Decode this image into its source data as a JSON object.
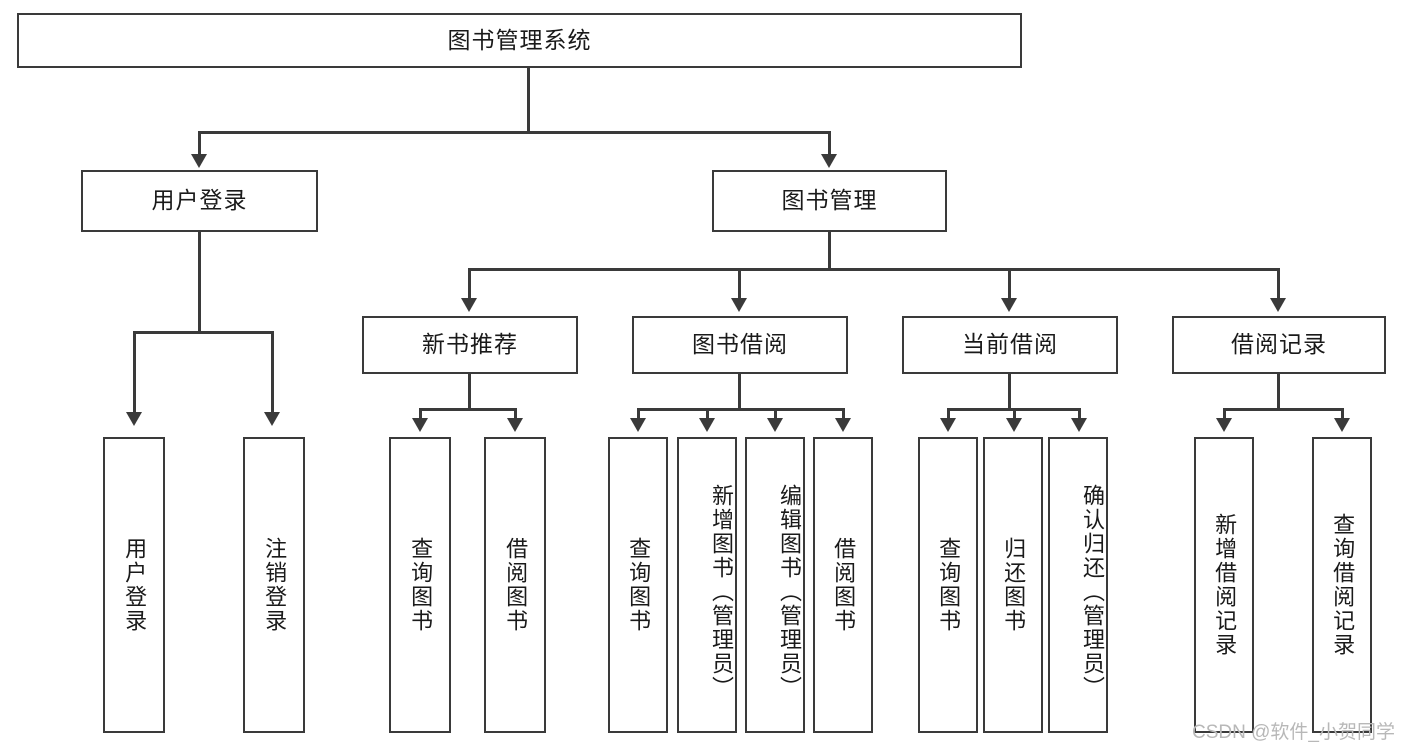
{
  "diagram": {
    "title": "图书管理系统",
    "type": "tree",
    "root": {
      "id": "root",
      "label": "图书管理系统"
    },
    "level2": [
      {
        "id": "user-login",
        "label": "用户登录"
      },
      {
        "id": "book-manage",
        "label": "图书管理"
      }
    ],
    "level3": [
      {
        "id": "new-book-rec",
        "label": "新书推荐"
      },
      {
        "id": "book-borrow",
        "label": "图书借阅"
      },
      {
        "id": "current-borrow",
        "label": "当前借阅"
      },
      {
        "id": "borrow-record",
        "label": "借阅记录"
      }
    ],
    "leaves": [
      {
        "id": "leaf-user-login",
        "label": "用户登录",
        "parent": "user-login"
      },
      {
        "id": "leaf-user-logout",
        "label": "注销登录",
        "parent": "user-login"
      },
      {
        "id": "leaf-query-book-1",
        "label": "查询图书",
        "parent": "new-book-rec"
      },
      {
        "id": "leaf-borrow-book-1",
        "label": "借阅图书",
        "parent": "new-book-rec"
      },
      {
        "id": "leaf-query-book-2",
        "label": "查询图书",
        "parent": "book-borrow"
      },
      {
        "id": "leaf-add-book",
        "label": "新增图书（管理员）",
        "parent": "book-borrow"
      },
      {
        "id": "leaf-edit-book",
        "label": "编辑图书（管理员）",
        "parent": "book-borrow"
      },
      {
        "id": "leaf-borrow-book-2",
        "label": "借阅图书",
        "parent": "book-borrow"
      },
      {
        "id": "leaf-query-book-3",
        "label": "查询图书",
        "parent": "current-borrow"
      },
      {
        "id": "leaf-return-book",
        "label": "归还图书",
        "parent": "current-borrow"
      },
      {
        "id": "leaf-confirm-return",
        "label": "确认归还（管理员）",
        "parent": "current-borrow"
      },
      {
        "id": "leaf-add-record",
        "label": "新增借阅记录",
        "parent": "borrow-record"
      },
      {
        "id": "leaf-query-record",
        "label": "查询借阅记录",
        "parent": "borrow-record"
      }
    ],
    "colors": {
      "stroke": "#3a3a3a",
      "fill": "#ffffff",
      "text": "#1a1a1a",
      "watermark": "#b8b8b8"
    }
  },
  "watermark": {
    "text": "CSDN @软件_小贺同学"
  }
}
